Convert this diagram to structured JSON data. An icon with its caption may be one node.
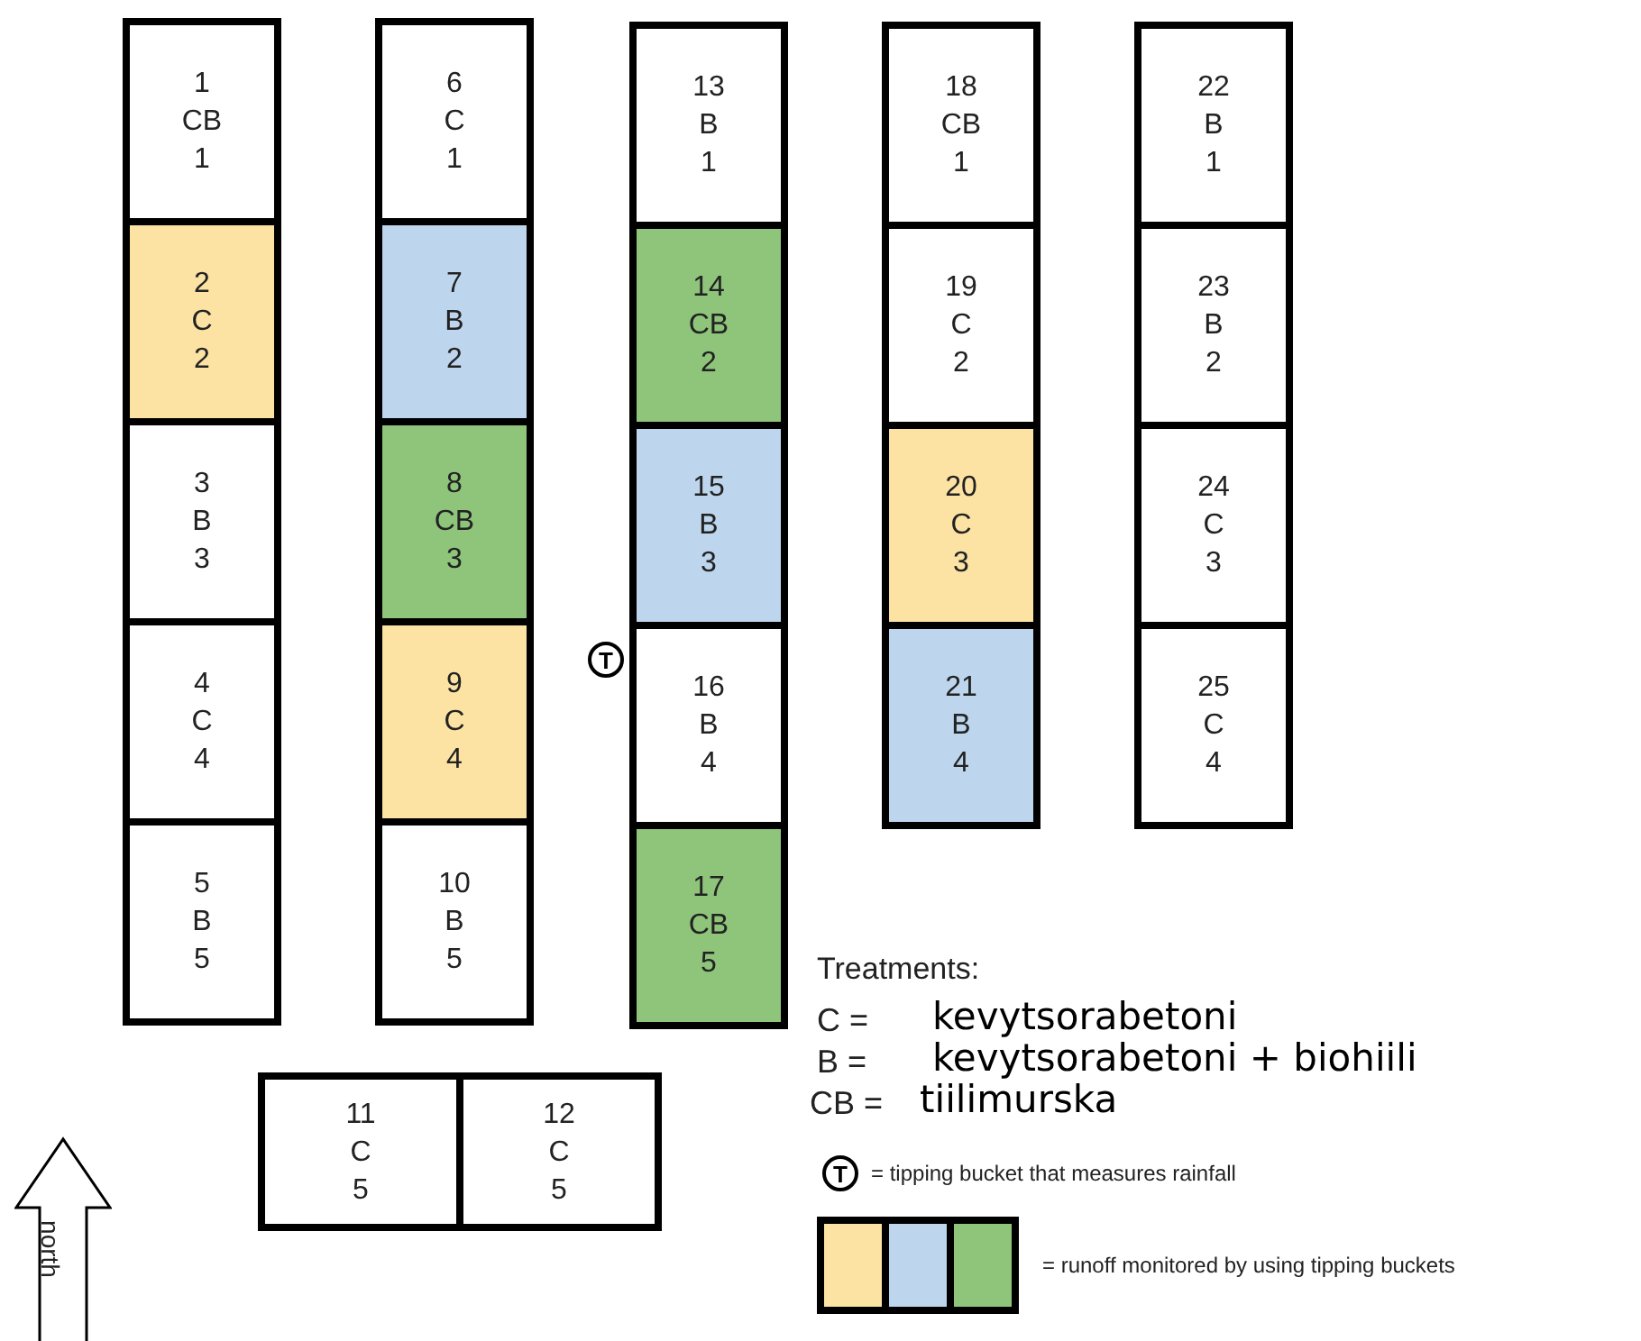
{
  "diagram": {
    "nodes": [
      {
        "text": [
          "1",
          "CB",
          "1"
        ]
      },
      {
        "text": [
          "2",
          "C",
          "2"
        ]
      },
      {
        "text": [
          "3",
          "B",
          "3"
        ]
      },
      {
        "text": [
          "4",
          "C",
          "4"
        ]
      },
      {
        "text": [
          "5",
          "B",
          "5"
        ]
      },
      {
        "text": [
          "6",
          "C",
          "1"
        ]
      },
      {
        "text": [
          "7",
          "B",
          "2"
        ]
      },
      {
        "text": [
          "8",
          "CB",
          "3"
        ]
      },
      {
        "text": [
          "9",
          "C",
          "4"
        ]
      },
      {
        "text": [
          "10",
          "B",
          "5"
        ]
      },
      {
        "text": [
          "11",
          "C",
          "5"
        ]
      },
      {
        "text": [
          "12",
          "C",
          "5"
        ]
      },
      {
        "text": [
          "13",
          "B",
          "1"
        ]
      },
      {
        "text": [
          "14",
          "CB",
          "2"
        ]
      },
      {
        "text": [
          "15",
          "B",
          "3"
        ]
      },
      {
        "text": [
          "16",
          "B",
          "4"
        ]
      },
      {
        "text": [
          "17",
          "CB",
          "5"
        ]
      },
      {
        "text": [
          "18",
          "CB",
          "1"
        ]
      },
      {
        "text": [
          "19",
          "C",
          "2"
        ]
      },
      {
        "text": [
          "20",
          "C",
          "3"
        ]
      },
      {
        "text": [
          "21",
          "B",
          "4"
        ]
      },
      {
        "text": [
          "22",
          "B",
          "1"
        ]
      },
      {
        "text": [
          "23",
          "B",
          "2"
        ]
      },
      {
        "text": [
          "24",
          "C",
          "3"
        ]
      },
      {
        "text": [
          "25",
          "C",
          "4"
        ]
      }
    ],
    "labels": [
      "T",
      "Treatments:",
      "C =",
      "kevytsorabetoni",
      "B =",
      "kevytsorabetoni + biohiili",
      "CB =",
      "tiilimurska",
      "north",
      "T"
    ],
    "legend": [
      {
        "text": "= tipping bucket that measures rainfall"
      },
      {
        "text": "= runoff monitored by using tipping buckets"
      }
    ]
  }
}
